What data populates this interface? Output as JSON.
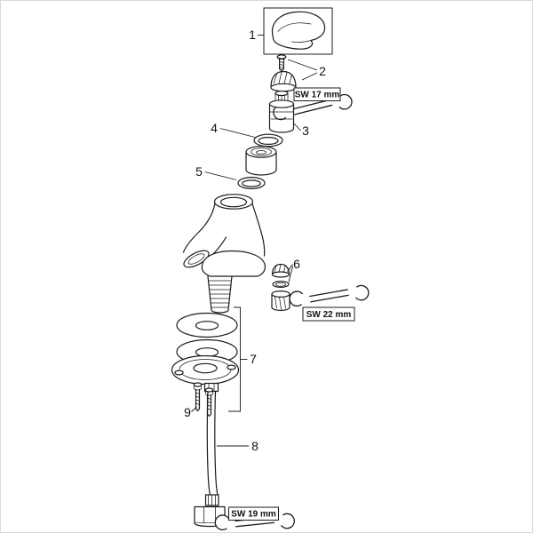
{
  "page": {
    "background": "#ffffff",
    "line_color": "#1c1c1c",
    "border_color": "#d9d9d9"
  },
  "diagram": {
    "callouts": {
      "c1": "1",
      "c2": "2",
      "c3": "3",
      "c4": "4",
      "c5": "5",
      "c6": "6",
      "c7": "7",
      "c8": "8",
      "c9": "9"
    },
    "tools": {
      "sw17": "SW 17 mm",
      "sw22": "SW 22 mm",
      "sw19": "SW 19 mm"
    },
    "icons": {
      "wrench": "open-end-wrench-icon"
    }
  }
}
